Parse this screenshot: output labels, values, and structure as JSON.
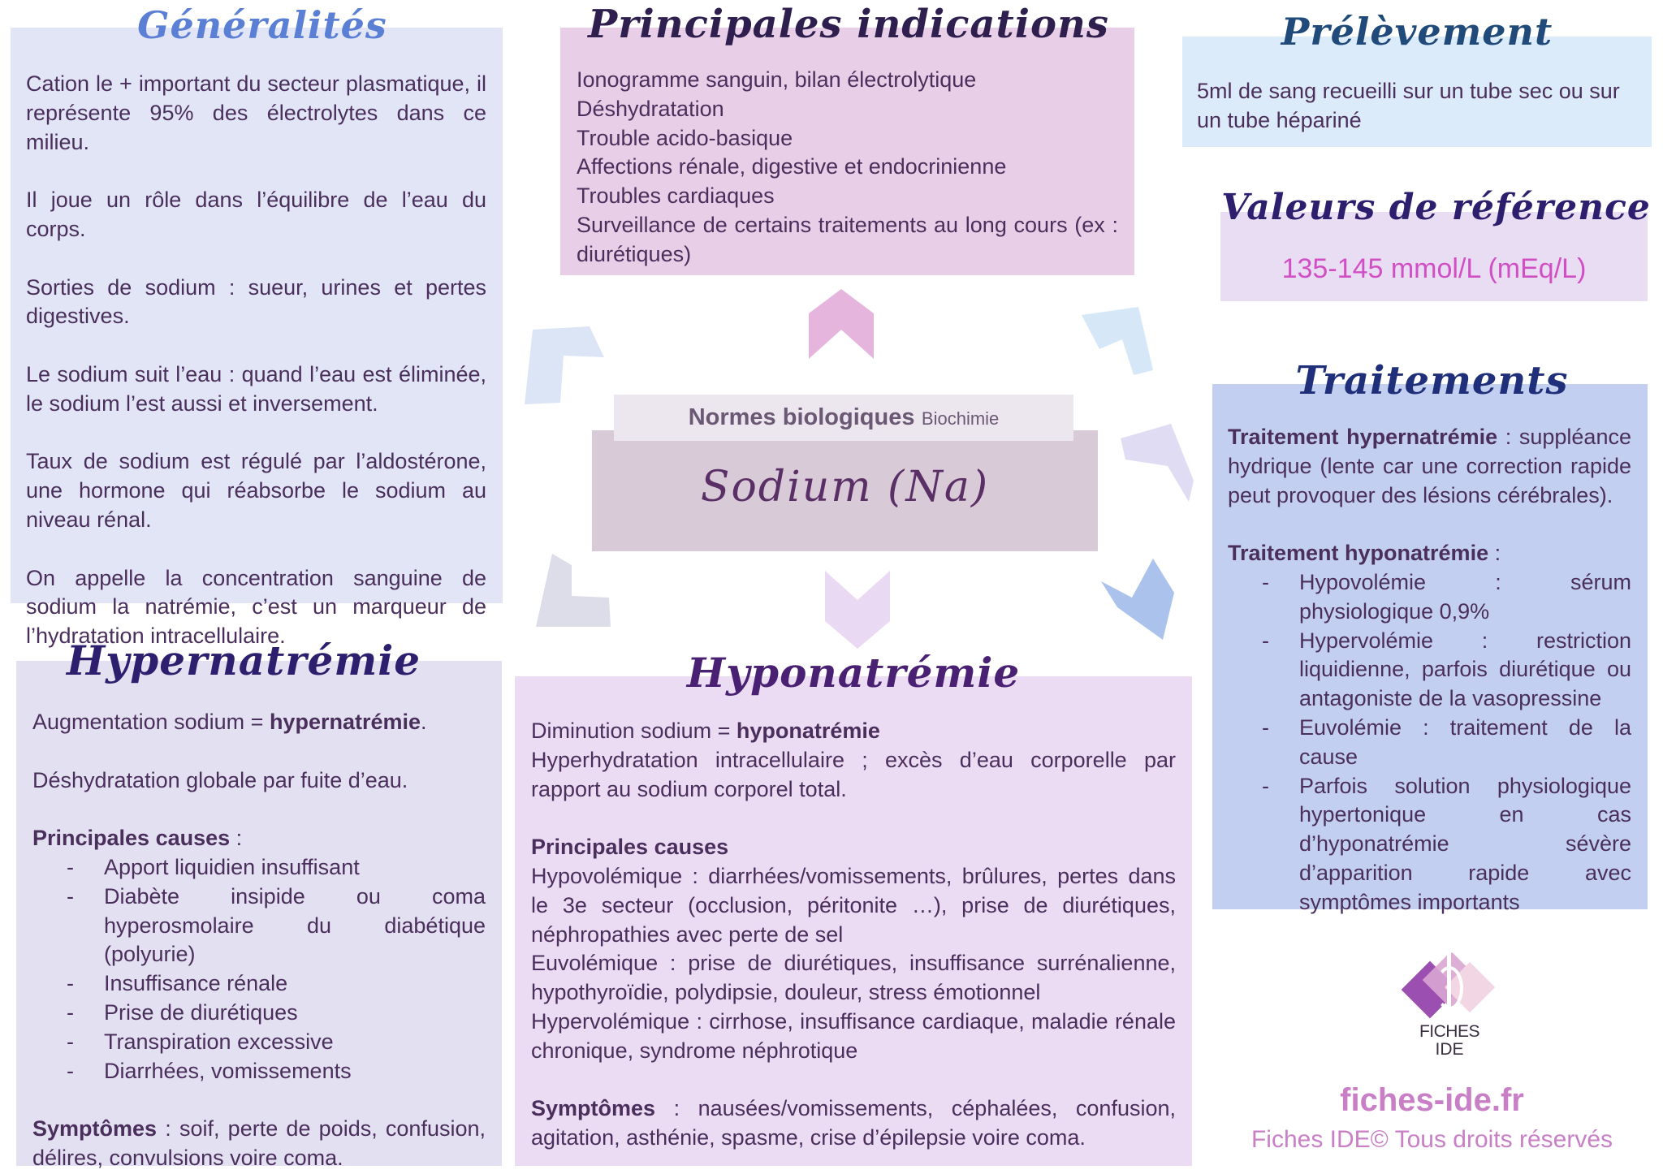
{
  "center": {
    "header": "Normes biologiques",
    "header_small": "Biochimie",
    "title": "Sodium (Na)"
  },
  "generalites": {
    "title": "Généralités",
    "paragraphs": [
      "Cation le + important du secteur plasmatique, il représente 95% des électrolytes dans ce milieu.",
      "Il joue un rôle dans l’équilibre de l’eau du corps.",
      "Sorties de sodium : sueur, urines et pertes digestives.",
      "Le sodium suit l’eau : quand l’eau est éliminée, le sodium l’est aussi et inversement.",
      "Taux de sodium est régulé par l’aldostérone, une hormone qui réabsorbe le sodium au niveau rénal.",
      "On appelle la concentration sanguine de sodium la natrémie, c’est un marqueur de l’hydratation intracellulaire."
    ]
  },
  "indications": {
    "title": "Principales indications",
    "items": [
      "Ionogramme sanguin, bilan électrolytique",
      "Déshydratation",
      "Trouble acido-basique",
      "Affections rénale, digestive et endocrinienne",
      "Troubles cardiaques",
      "Surveillance de certains traitements au long cours (ex : diurétiques)"
    ]
  },
  "prelevement": {
    "title": "Prélèvement",
    "text": "5ml de sang recueilli sur un tube sec ou sur un tube hépariné"
  },
  "reference": {
    "title": "Valeurs de référence",
    "value": "135-145 mmol/L (mEq/L)"
  },
  "traitements": {
    "title": "Traitements",
    "hyper_label": "Traitement hypernatrémie",
    "hyper_text": " : suppléance hydrique (lente car une correction rapide peut provoquer des lésions cérébrales).",
    "hypo_label": "Traitement hyponatrémie",
    "hypo_colon": " :",
    "hypo_items": [
      "Hypovolémie : sérum physiologique 0,9%",
      "Hypervolémie : restriction liquidienne, parfois diurétique ou antagoniste de la vasopressine",
      "Euvolémie : traitement de la cause",
      "Parfois solution physiologique hypertonique en cas d’hyponatrémie sévère d’apparition rapide avec symptômes importants"
    ]
  },
  "hypernatremie": {
    "title": "Hypernatrémie",
    "intro_prefix": "Augmentation sodium = ",
    "intro_bold": "hypernatrémie",
    "intro_suffix": ".",
    "dehydration": "Déshydratation globale par fuite d’eau.",
    "causes_label": "Principales causes",
    "causes_colon": " :",
    "causes": [
      "Apport liquidien insuffisant",
      "Diabète insipide ou coma hyperosmolaire du diabétique (polyurie)",
      "Insuffisance rénale",
      "Prise de diurétiques",
      "Transpiration excessive",
      "Diarrhées, vomissements"
    ],
    "symptoms_label": "Symptômes",
    "symptoms_text": " : soif, perte de poids, confusion, délires, convulsions voire coma."
  },
  "hyponatremie": {
    "title": "Hyponatrémie",
    "intro_prefix": "Diminution sodium = ",
    "intro_bold": "hyponatrémie",
    "intro_line2": "Hyperhydratation intracellulaire ; excès d’eau corporelle par rapport au sodium corporel total.",
    "causes_label": "Principales causes",
    "causes": [
      "Hypovolémique : diarrhées/vomissements, brûlures, pertes dans le 3e secteur (occlusion, péritonite …), prise de diurétiques, néphropathies avec perte de sel",
      "Euvolémique : prise de diurétiques, insuffisance surrénalienne, hypothyroïdie, polydipsie, douleur, stress émotionnel",
      "Hypervolémique : cirrhose, insuffisance cardiaque, maladie rénale chronique, syndrome néphrotique"
    ],
    "symptoms_label": "Symptômes",
    "symptoms_text": " : nausées/vomissements, céphalées, confusion, agitation, asthénie, spasme, crise d’épilepsie voire coma."
  },
  "footer": {
    "logo_line1": "FICHES",
    "logo_line2": "IDE",
    "site": "fiches-ide.fr",
    "copyright": "Fiches IDE© Tous droits réservés"
  },
  "colors": {
    "generalites_bg": "#e1e5f6",
    "indications_bg": "#e8cfe7",
    "prelevement_bg": "#dcebf9",
    "reference_bg": "#e9ddf3",
    "traitements_bg": "#c3cff0",
    "hyper_bg": "#e3e0f1",
    "hypo_bg": "#ebdcf4",
    "center_header_bg": "#ece6ee",
    "center_bg": "#d9cad8",
    "title_blue": "#5a7fd4",
    "title_dark": "#2e1f6e",
    "title_navy": "#1f2f7a",
    "title_teal": "#1f4a7a",
    "pink_value": "#d14fc4",
    "logo_text": "#c97fc6"
  }
}
